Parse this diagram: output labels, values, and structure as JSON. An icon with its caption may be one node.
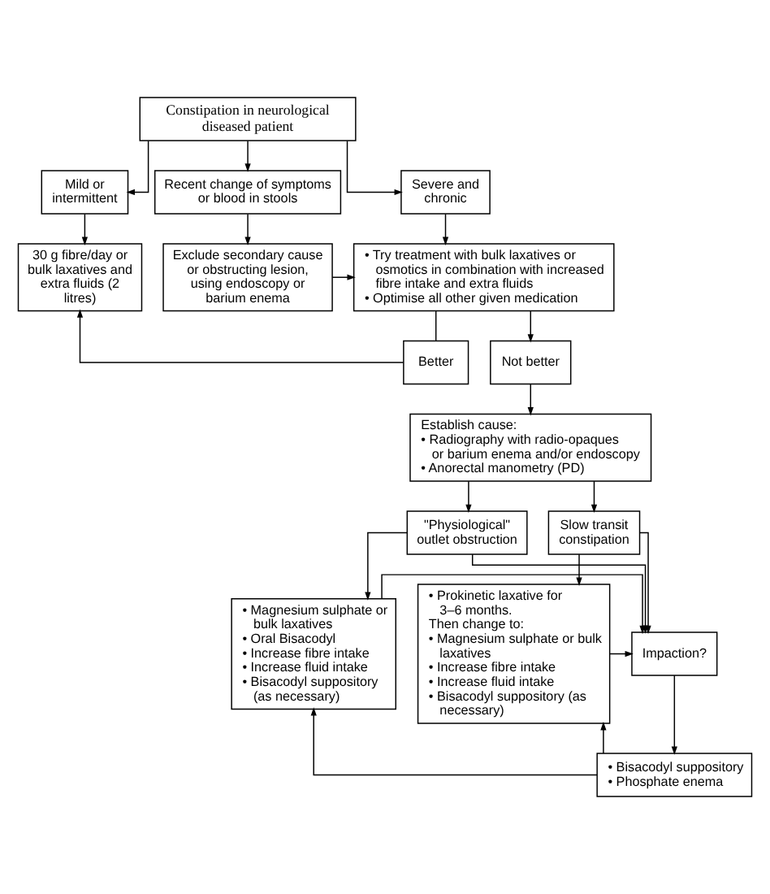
{
  "diagram": {
    "nodes": [
      {
        "text": [
          "Constipation in neurological diseased patient"
        ]
      },
      {
        "text": [
          "Mild or intermittent"
        ]
      },
      {
        "text": [
          "Recent change of symptoms or blood in stools"
        ]
      },
      {
        "text": [
          "Severe and chronic"
        ]
      },
      {
        "text": [
          "30 g fibre/day or bulk laxatives and extra fluids (2 litres)"
        ]
      },
      {
        "text": [
          "Exclude secondary cause or obstructing lesion, using endoscopy or barium enema"
        ]
      },
      {
        "text": [
          "• Try treatment with bulk laxatives or osmotics in combination with increased fibre intake and extra fluids",
          "• Optimise all other given medication"
        ]
      },
      {
        "text": [
          "Better"
        ]
      },
      {
        "text": [
          "Not better"
        ]
      },
      {
        "text": [
          "Establish cause:",
          "• Radiography with radio-opaques or barium enema and/or endoscopy",
          "• Anorectal manometry (PD)"
        ]
      },
      {
        "text": [
          "\"Physiological\" outlet obstruction"
        ]
      },
      {
        "text": [
          "Slow transit constipation"
        ]
      },
      {
        "text": [
          "• Magnesium sulphate or bulk laxatives",
          "• Oral Bisacodyl",
          "• Increase fibre intake",
          "• Increase fluid intake",
          "• Bisacodyl suppository (as necessary)"
        ]
      },
      {
        "text": [
          "Impaction?"
        ]
      },
      {
        "text": [
          "• Prokinetic laxative for 3–6 months.",
          "Then change to:",
          "• Magnesium sulphate or bulk laxatives",
          "• Increase fibre intake",
          "• Increase fluid intake",
          "• Bisacodyl suppository (as necessary)"
        ]
      },
      {
        "text": [
          "• Bisacodyl suppository",
          "• Phosphate enema"
        ]
      }
    ],
    "edges": [
      {
        "from": 0,
        "to": 1,
        "arrow": "to"
      },
      {
        "from": 0,
        "to": 2,
        "arrow": "to"
      },
      {
        "from": 0,
        "to": 3,
        "arrow": "to"
      },
      {
        "from": 1,
        "to": 4,
        "arrow": "to"
      },
      {
        "from": 2,
        "to": 5,
        "arrow": "to"
      },
      {
        "from": 3,
        "to": 6,
        "arrow": "to"
      },
      {
        "from": 5,
        "to": 6,
        "arrow": "to"
      },
      {
        "from": 6,
        "to": 7,
        "arrow": "none"
      },
      {
        "from": 7,
        "to": 4,
        "arrow": "to"
      },
      {
        "from": 6,
        "to": 8,
        "arrow": "to"
      },
      {
        "from": 8,
        "to": 9,
        "arrow": "to"
      },
      {
        "from": 9,
        "to": 10,
        "arrow": "to"
      },
      {
        "from": 9,
        "to": 11,
        "arrow": "to"
      },
      {
        "from": 10,
        "to": 13,
        "arrow": "to"
      },
      {
        "from": 11,
        "to": 13,
        "arrow": "to"
      },
      {
        "from": 10,
        "to": 12,
        "arrow": "to"
      },
      {
        "from": 11,
        "to": 14,
        "arrow": "to"
      },
      {
        "from": 12,
        "to": 13,
        "arrow": "to"
      },
      {
        "from": 14,
        "to": 13,
        "arrow": "to"
      },
      {
        "from": 13,
        "to": 15,
        "arrow": "to"
      },
      {
        "from": 15,
        "to": 12,
        "arrow": "to"
      },
      {
        "from": 15,
        "to": 14,
        "arrow": "to"
      }
    ]
  }
}
